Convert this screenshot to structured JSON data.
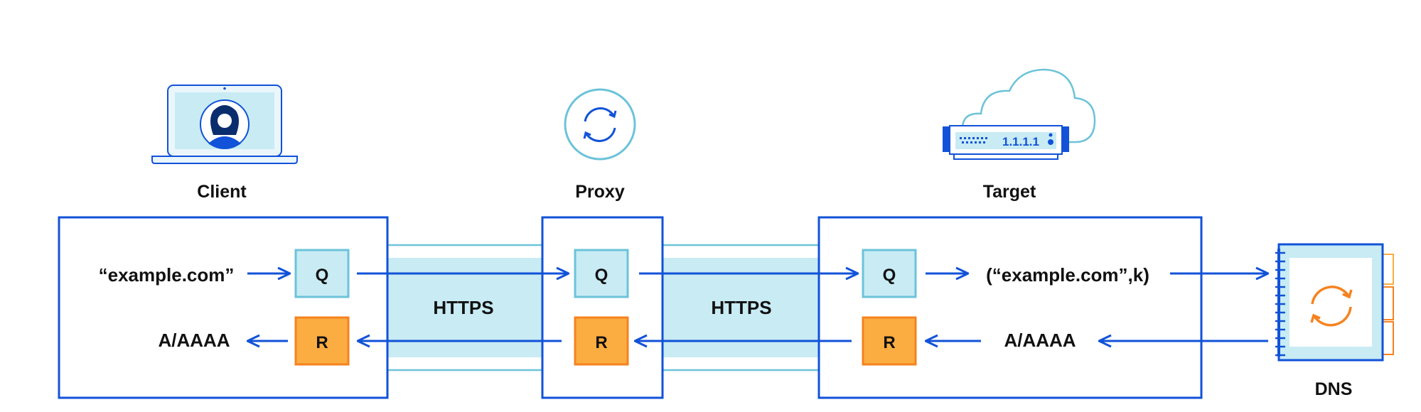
{
  "labels": {
    "client": "Client",
    "proxy": "Proxy",
    "target": "Target",
    "dns": "DNS"
  },
  "client": {
    "query_text": "“example.com”",
    "response_text": "A/AAAA",
    "q": "Q",
    "r": "R"
  },
  "proxy": {
    "q": "Q",
    "r": "R"
  },
  "target": {
    "query_text": "(“example.com”,k)",
    "response_text": "A/AAAA",
    "q": "Q",
    "r": "R",
    "server_label": "1.1.1.1"
  },
  "tunnels": {
    "left": "HTTPS",
    "right": "HTTPS"
  },
  "colors": {
    "blue": "#1152d8",
    "light_blue": "#c8ebf4",
    "teal": "#6cc3d9",
    "orange": "#fbad41",
    "orange_border": "#f6821f"
  }
}
